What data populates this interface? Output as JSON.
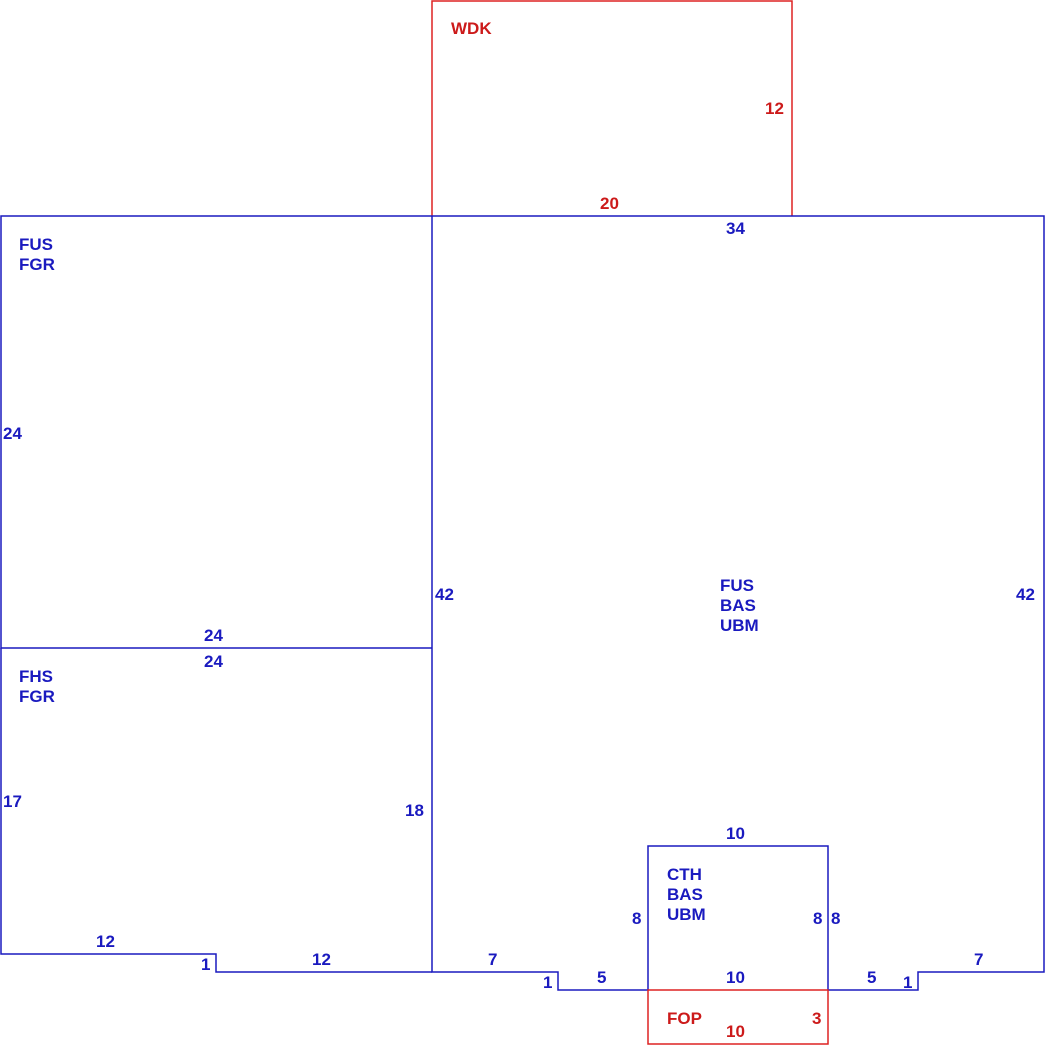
{
  "colors": {
    "building": "#1a1abf",
    "exterior": "#cc1a1a"
  },
  "areas": {
    "wdk": {
      "code1": "WDK",
      "side_right": "12",
      "side_bottom": "20"
    },
    "garage": {
      "code1": "FUS",
      "code2": "FGR",
      "side_left": "24",
      "side_bottom": "24"
    },
    "half_story": {
      "code1": "FHS",
      "code2": "FGR",
      "side_top": "24",
      "side_left": "17",
      "side_right": "18",
      "side_bottom_left": "12",
      "side_jog": "1",
      "side_bottom_right": "12"
    },
    "main": {
      "code1": "FUS",
      "code2": "BAS",
      "code3": "UBM",
      "side_top": "34",
      "side_left": "42",
      "side_right": "42",
      "side_bottom_left_a": "7",
      "side_jog_left": "1",
      "side_bottom_left_b": "5",
      "side_bottom_right_a": "5",
      "side_jog_right": "1",
      "side_bottom_right_b": "7"
    },
    "cth": {
      "code1": "CTH",
      "code2": "BAS",
      "code3": "UBM",
      "side_top": "10",
      "side_left": "8",
      "side_right_a": "8",
      "side_right_b": "8",
      "side_bottom": "10"
    },
    "fop": {
      "code1": "FOP",
      "side_right": "3",
      "side_bottom": "10"
    }
  }
}
